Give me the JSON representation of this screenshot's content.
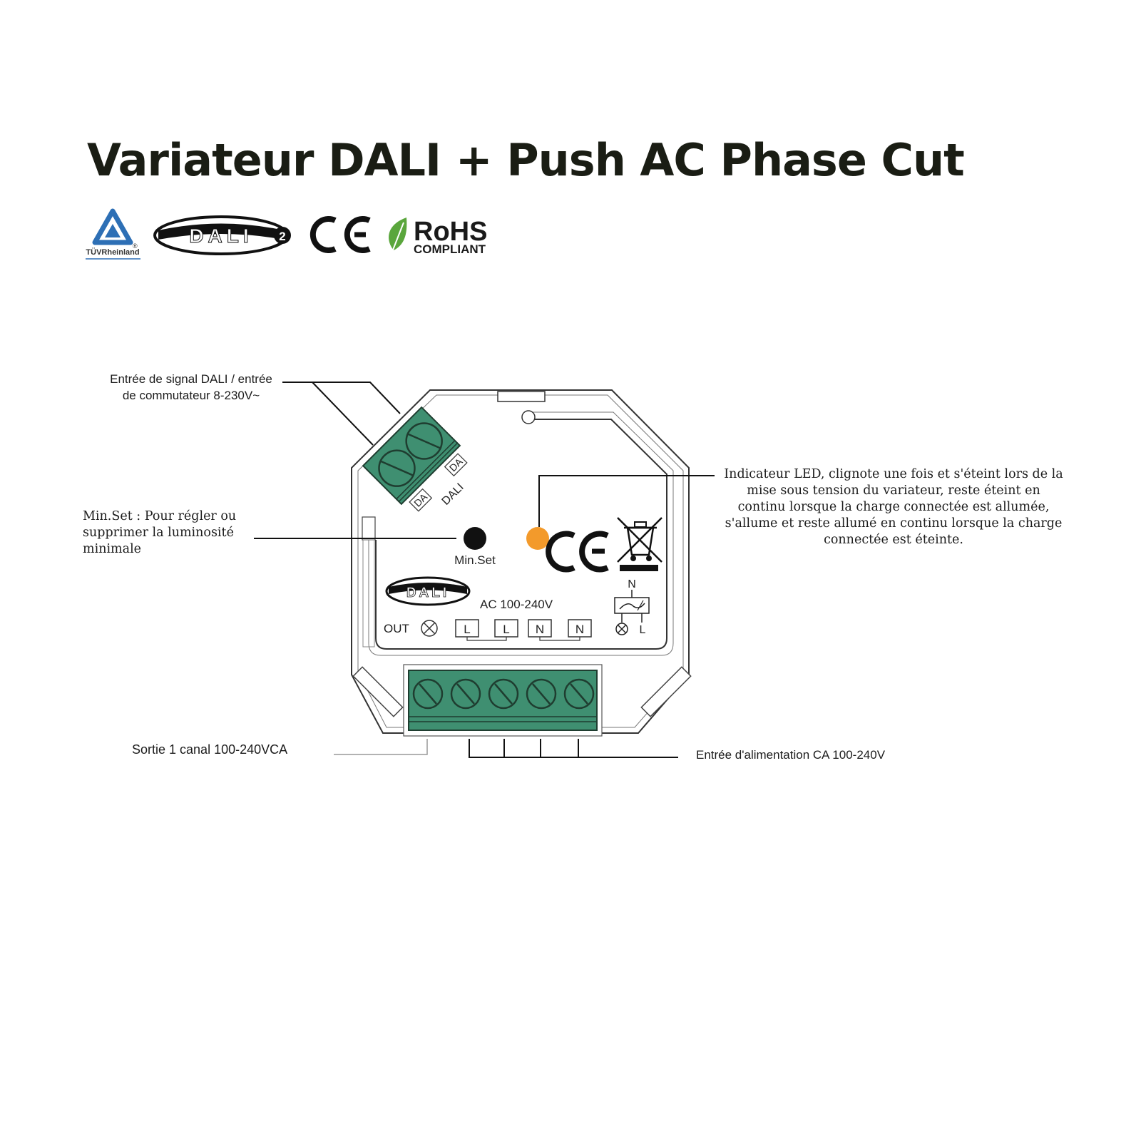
{
  "title": "Variateur DALI + Push AC Phase Cut",
  "certifications": {
    "tuv": "TÜVRheinland",
    "tuv_mark": "®",
    "dali": "DALI",
    "dali_version": "2",
    "ce": "CE",
    "rohs": "RoHS",
    "rohs_sub": "COMPLIANT",
    "rohs_color": "#5aa63c"
  },
  "device": {
    "terminal_labels": [
      "DA",
      "DA"
    ],
    "dali_label": "DALI",
    "min_set": "Min.Set",
    "led_color": "#f39a2b",
    "ce": "CE",
    "dali_logo": "DALI",
    "voltage": "AC 100-240V",
    "out_label": "OUT",
    "terminals": [
      "L",
      "L",
      "N",
      "N"
    ],
    "symbol_n": "N",
    "symbol_l": "L",
    "terminal_green": "#3f8f71"
  },
  "annotations": {
    "dali_input": [
      "Entrée de signal DALI / entrée",
      "de commutateur 8-230V~"
    ],
    "min_set": [
      "Min.Set : Pour régler ou",
      "supprimer la luminosité",
      "minimale"
    ],
    "led": [
      "Indicateur LED, clignote une fois et s'éteint lors de la",
      "mise sous tension du variateur, reste éteint en",
      "continu lorsque la charge connectée est allumée,",
      "s'allume et reste allumé en continu lorsque la charge",
      "connectée est éteinte."
    ],
    "output": "Sortie 1 canal 100-240VCA",
    "power_input": "Entrée d'alimentation CA 100-240V"
  }
}
